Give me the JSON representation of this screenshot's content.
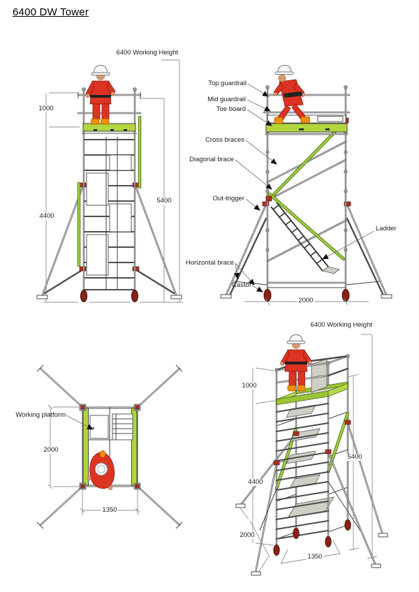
{
  "title": "6400 DW Tower",
  "front_view": {
    "working_height": "6400 Working Height",
    "dim_guardrail": "1000",
    "dim_platform_height": "4400",
    "dim_tower_height": "5400"
  },
  "side_view": {
    "labels": {
      "top_guardrail": "Top guardrail",
      "mid_guardrail": "Mid guardrail",
      "toe_board": "Toe board",
      "cross_braces": "Cross braces",
      "diagonal_brace": "Diagonal brace",
      "out_trigger": "Out-trigger",
      "ladder": "Ladder",
      "horizontal_brace": "Horizontal brace",
      "castor": "Castor"
    },
    "dim_base_length": "2000"
  },
  "plan_view": {
    "labels": {
      "working_platform": "Working platform"
    },
    "dim_length": "2000",
    "dim_width": "1350"
  },
  "isometric_view": {
    "working_height": "6400 Working Height",
    "dim_guardrail": "1000",
    "dim_platform_height": "4400",
    "dim_tower_height": "5400",
    "dim_base_depth": "2000",
    "dim_base_width": "1350"
  },
  "colors": {
    "platform_green": "#a6cf3d",
    "suit_red": "#dd3322",
    "castor_red": "#8c2015",
    "boot_orange": "#f08f00"
  }
}
